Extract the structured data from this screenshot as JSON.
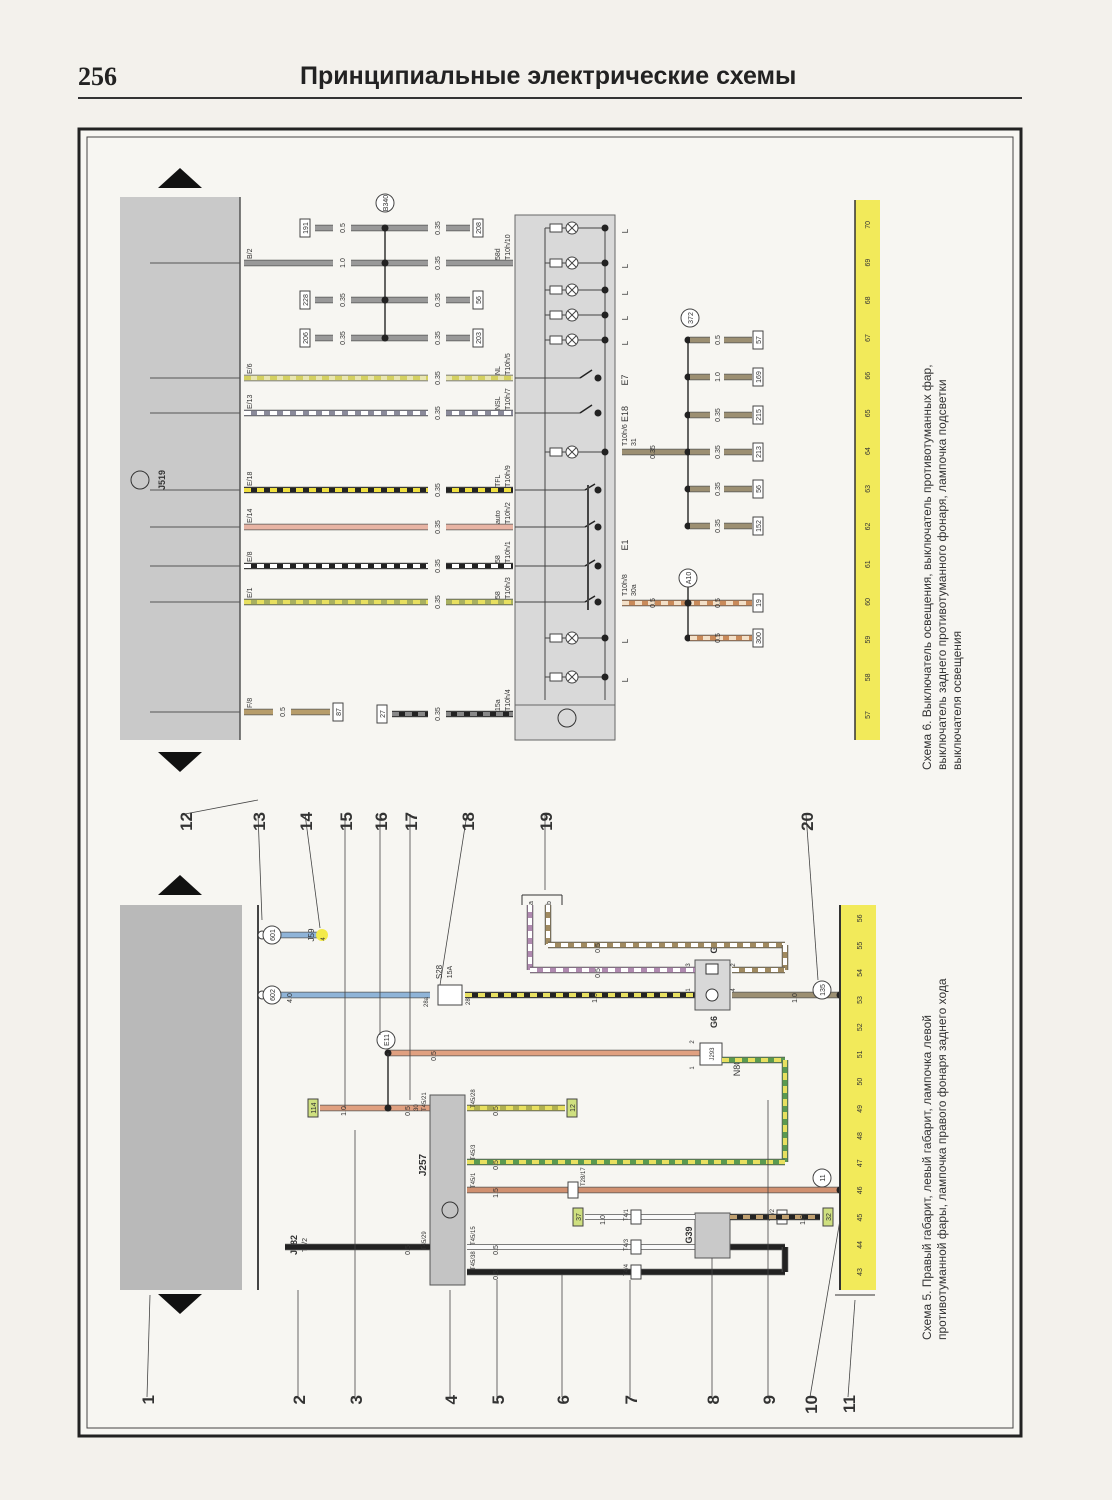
{
  "header": {
    "page_number": "256",
    "title": "Принципиальные электрические схемы"
  },
  "captions": {
    "schema6": [
      "Схема 6. Выключатель освещения, выключатель противотуманных фар,",
      "выключатель заднего противотуманного фонаря, лампочка подсветки",
      "выключателя освещения"
    ],
    "schema5": [
      "Схема 5. Правый габарит, левый габарит, лампочка левой",
      "противотуманной фары, лампочка правого фонаря заднего хода"
    ]
  },
  "colors": {
    "ground_strip": "#f2ea5a",
    "relay_panel": "#c9c9c9",
    "module_box": "#c4c4c4",
    "switch_box": "#d9d9d9"
  },
  "schema6": {
    "relay": "J519",
    "wires": [
      {
        "from": "F/8",
        "gauges": [
          "0.5"
        ],
        "to": "87"
      },
      {
        "from": "27",
        "gauges": [
          "0.35"
        ],
        "to": "15a",
        "pin": "T10h/4"
      },
      {
        "from": "E/1",
        "gauges": [
          "0.35"
        ],
        "to": "58",
        "pin": "T10h/3"
      },
      {
        "from": "E/8",
        "gauges": [
          "0.35"
        ],
        "to": "58",
        "pin": "T10h/1"
      },
      {
        "from": "E/14",
        "gauges": [
          "0.35"
        ],
        "to": "auto",
        "pin": "T10h/2"
      },
      {
        "from": "E/18",
        "gauges": [
          "0.35"
        ],
        "to": "TFL",
        "pin": "T10h/9"
      },
      {
        "from": "E/13",
        "gauges": [
          "0.35"
        ],
        "to": "NSL",
        "pin": "T10h/7"
      },
      {
        "from": "E/6",
        "gauges": [
          "0.35"
        ],
        "to": "NL",
        "pin": "T10h/5"
      },
      {
        "from": "206",
        "gauges": [
          "0.35",
          "0.35"
        ],
        "to": "203"
      },
      {
        "from": "228",
        "gauges": [
          "0.35",
          "0.35"
        ],
        "to": "56"
      },
      {
        "from": "B/2",
        "gauges": [
          "1.0",
          "0.35"
        ],
        "to": "58d",
        "pin": "T10h/10"
      },
      {
        "from": "191",
        "gauges": [
          "0.5",
          "0.35"
        ],
        "to": "208"
      }
    ],
    "splice": "B340",
    "switch_box": {
      "e1": "E1",
      "e18": "E18",
      "e7": "E7",
      "lamp_label": "L",
      "pin31": "T10h/6",
      "term31": "31",
      "pin30": "T10h/8",
      "term30": "30a"
    },
    "ground": {
      "splice": "372",
      "feed_gauge": "0.35",
      "wires": [
        {
          "gauge": "0.5",
          "to": "57"
        },
        {
          "gauge": "1.0",
          "to": "169"
        },
        {
          "gauge": "0.35",
          "to": "215"
        },
        {
          "gauge": "0.35",
          "to": "213"
        },
        {
          "gauge": "0.35",
          "to": "56"
        },
        {
          "gauge": "0.35",
          "to": "152"
        }
      ]
    },
    "feed30": {
      "splice": "A10",
      "feed_gauge": "0.5",
      "wires": [
        {
          "gauge": "0.5",
          "to": "19"
        },
        {
          "gauge": "0.5",
          "to": "300"
        }
      ]
    },
    "ground_points": [
      "57",
      "58",
      "59",
      "60",
      "61",
      "62",
      "63",
      "64",
      "65",
      "66",
      "67",
      "68",
      "69",
      "70"
    ]
  },
  "schema5": {
    "s1": "601",
    "s2": "602",
    "j59": "J59",
    "j59_pin": "4",
    "s2_gauge": "4.0",
    "fuse": "S28",
    "fuse_rating": "15A",
    "fuse_in": "28a",
    "fuse_out": "28w",
    "e11": "E11",
    "e11_gauge": "0.5",
    "box114": "114",
    "box114_gauge": "1.0",
    "t21_gauge": "0.5",
    "t21_term": "30",
    "t21_pin": "T45/21",
    "module": "J257",
    "t28_pin": "T45/28",
    "t28_gauge": "0.5",
    "box12": "12",
    "t3_pin": "T45/3",
    "t3_gauge": "0.5",
    "t1_pin": "T45/1",
    "t1_gauge": "1.5",
    "t1_conn": "T28/17",
    "j382": "J382",
    "j382_pin": "T6/2",
    "t29_pin": "T45/29",
    "t29_gauge": "0.5",
    "t15_pin": "T45/15",
    "t15_gauge": "0.5",
    "t38_pin": "T45/38",
    "t38_gauge": "0.5",
    "g39": "G39",
    "t41": "T4/1",
    "t43": "T4/3",
    "t44": "T4/4",
    "t42": "T4/2",
    "box37": "37",
    "box37_gauge": "1.0",
    "box32": "32",
    "box32_gauge": "1.0",
    "g6": "G6",
    "g": "G",
    "g_pins": [
      "1",
      "2",
      "3",
      "4"
    ],
    "g6_gauges": [
      "1.0",
      "0.5",
      "0.5",
      "1.0"
    ],
    "n80": "N80",
    "relay_box": "J293",
    "relay_pins": [
      "2",
      "1"
    ],
    "conn_a": "a",
    "conn_b": "b",
    "splice135": "135",
    "splice11": "11",
    "ground_points": [
      "43",
      "44",
      "45",
      "46",
      "47",
      "48",
      "49",
      "50",
      "51",
      "52",
      "53",
      "54",
      "55",
      "56"
    ]
  },
  "callouts": [
    "1",
    "2",
    "3",
    "4",
    "5",
    "6",
    "7",
    "8",
    "9",
    "10",
    "11",
    "12",
    "13",
    "14",
    "15",
    "16",
    "17",
    "18",
    "19",
    "20"
  ]
}
